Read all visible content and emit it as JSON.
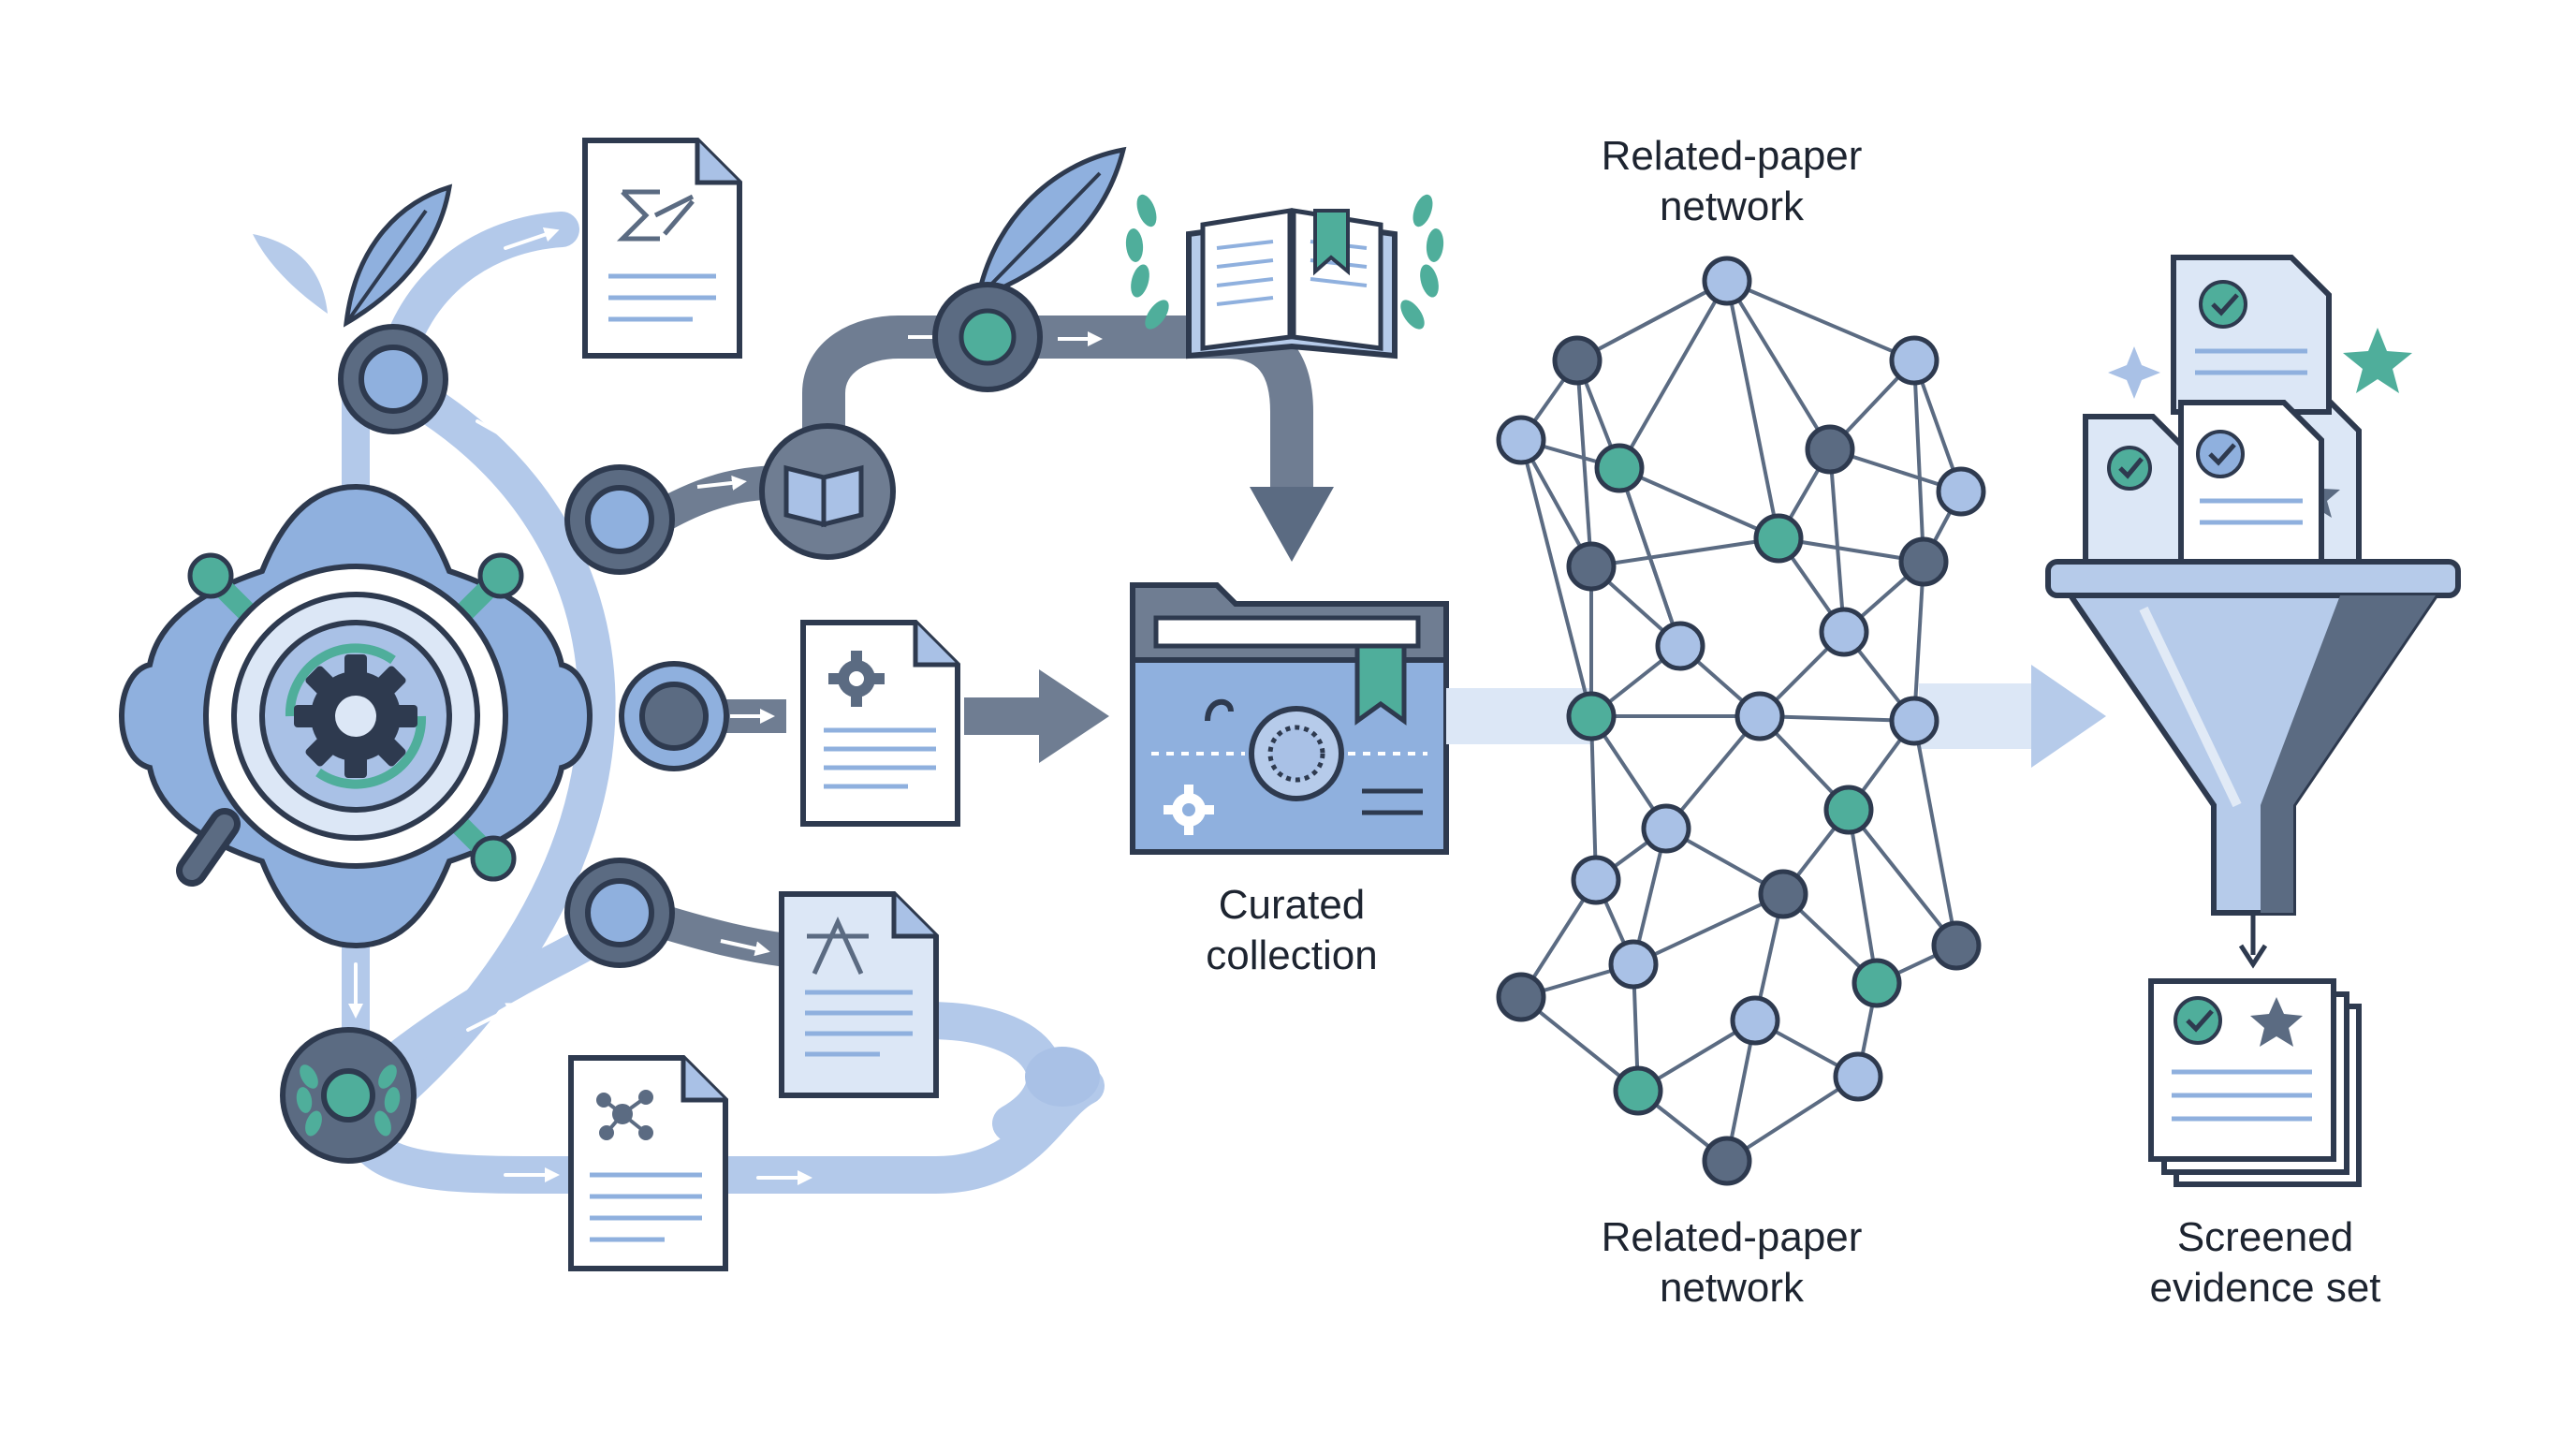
{
  "labels": {
    "network_top": [
      "Related-paper",
      "network"
    ],
    "network_bottom": [
      "Related-paper",
      "network"
    ],
    "curated": [
      "Curated",
      "collection"
    ],
    "screened": [
      "Screened",
      "evidence set"
    ]
  },
  "colors": {
    "navy": "#2e3a4f",
    "slate": "#5b6b82",
    "light_blue": "#a9c1e6",
    "mid_blue": "#8fb0de",
    "pale_blue": "#dce7f6",
    "teal": "#4fae9b",
    "paper_fill": "#ffffff",
    "funnel_blue": "#b6cbea"
  },
  "icons": [
    "gear-hub-icon",
    "magnifier-icon",
    "feather-icon",
    "document-icon",
    "open-book-icon",
    "laurel-icon",
    "folder-icon",
    "bookmark-icon",
    "network-graph",
    "funnel-icon",
    "checkmark-icon",
    "star-icon",
    "sparkle-icon"
  ]
}
